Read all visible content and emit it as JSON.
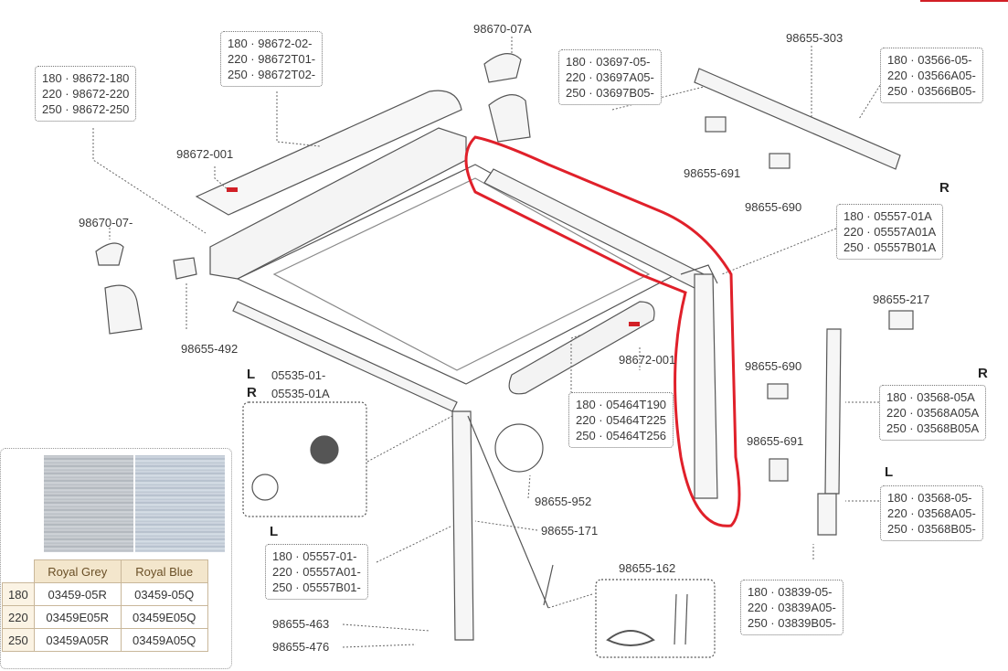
{
  "parts": {
    "p98670_07A": "98670-07A",
    "p98655_303": "98655-303",
    "p98672_001_top": "98672-001",
    "p98670_07": "98670-07-",
    "p98655_492": "98655-492",
    "p98655_691_top": "98655-691",
    "p98655_690_top": "98655-690",
    "p98655_217": "98655-217",
    "p98672_001_mid": "98672-001",
    "p98655_690_mid": "98655-690",
    "p98655_691_mid": "98655-691",
    "p98655_952": "98655-952",
    "p98655_171": "98655-171",
    "p98655_162": "98655-162",
    "p98655_463": "98655-463",
    "p98655_476": "98655-476",
    "p05535_01": "05535-01-",
    "p05535_01A": "05535-01A"
  },
  "side_labels": {
    "R": "R",
    "L": "L"
  },
  "boxes": {
    "b98672_180": [
      "180 · 98672-180",
      "220 · 98672-220",
      "250 · 98672-250"
    ],
    "b98672_02": [
      "180 · 98672-02-",
      "220 · 98672T01-",
      "250 · 98672T02-"
    ],
    "b03697": [
      "180 · 03697-05-",
      "220 · 03697A05-",
      "250 · 03697B05-"
    ],
    "b03566": [
      "180 · 03566-05-",
      "220 · 03566A05-",
      "250 · 03566B05-"
    ],
    "b05557_R": [
      "180 · 05557-01A",
      "220 · 05557A01A",
      "250 · 05557B01A"
    ],
    "b05464": [
      "180 · 05464T190",
      "220 · 05464T225",
      "250 · 05464T256"
    ],
    "b03568_R": [
      "180 · 03568-05A",
      "220 · 03568A05A",
      "250 · 03568B05A"
    ],
    "b03568_L": [
      "180 · 03568-05-",
      "220 · 03568A05-",
      "250 · 03568B05-"
    ],
    "b05557_L": [
      "180 · 05557-01-",
      "220 · 05557A01-",
      "250 · 05557B01-"
    ],
    "b03839": [
      "180 · 03839-05-",
      "220 · 03839A05-",
      "250 · 03839B05-"
    ]
  },
  "fabric_table": {
    "headers": [
      "",
      "Royal Grey",
      "Royal Blue"
    ],
    "rows": [
      [
        "180",
        "03459-05R",
        "03459-05Q"
      ],
      [
        "220",
        "03459E05R",
        "03459E05Q"
      ],
      [
        "250",
        "03459A05R",
        "03459A05Q"
      ]
    ]
  },
  "colors": {
    "highlight": "#e0202a",
    "line": "#555555",
    "fabric_grey": "#bfc4ca",
    "fabric_blue": "#c5cfda",
    "table_header": "#f3e6cc"
  }
}
